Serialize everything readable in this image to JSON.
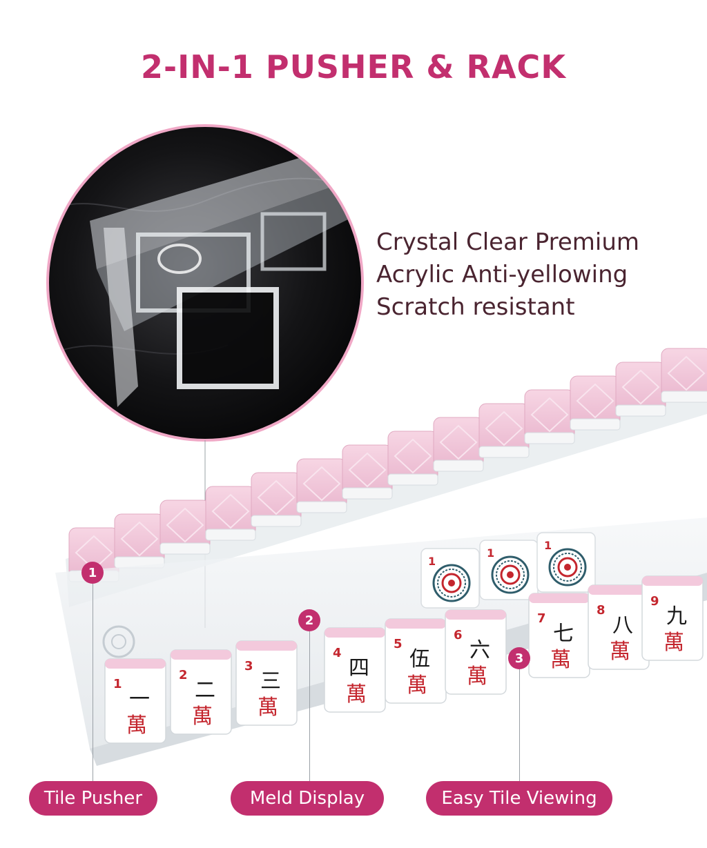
{
  "title": "2-IN-1 PUSHER & RACK",
  "features": [
    "Crystal Clear Premium",
    "Acrylic Anti-yellowing",
    "Scratch resistant"
  ],
  "callouts": [
    {
      "number": "1",
      "label": "Tile Pusher"
    },
    {
      "number": "2",
      "label": "Meld Display"
    },
    {
      "number": "3",
      "label": "Easy Tile Viewing"
    }
  ],
  "tiles_front": [
    {
      "number": "1",
      "character": "一"
    },
    {
      "number": "2",
      "character": "二"
    },
    {
      "number": "3",
      "character": "三"
    },
    {
      "number": "4",
      "character": "四"
    },
    {
      "number": "5",
      "character": "伍"
    },
    {
      "number": "6",
      "character": "六"
    },
    {
      "number": "7",
      "character": "七"
    },
    {
      "number": "8",
      "character": "八"
    },
    {
      "number": "9",
      "character": "九"
    }
  ],
  "suit_character": "萬",
  "dot_tiles": [
    {
      "number": "1"
    },
    {
      "number": "1"
    },
    {
      "number": "1"
    }
  ],
  "colors": {
    "accent": "#c22f6e",
    "tile_back_pink": "#f3c9dc",
    "tile_face": "#ffffff",
    "tile_red": "#c4262e",
    "tile_black": "#1a1a1a",
    "text_dark": "#4a2430"
  }
}
